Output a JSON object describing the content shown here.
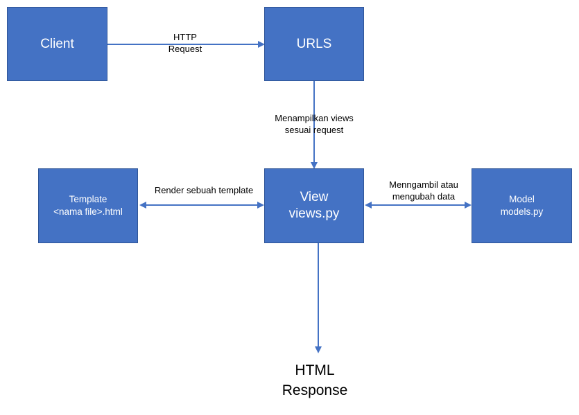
{
  "nodes": {
    "client": {
      "label": "Client"
    },
    "urls": {
      "label": "URLS"
    },
    "view": {
      "line1": "View",
      "line2": "views.py"
    },
    "template": {
      "line1": "Template",
      "line2": "<nama file>.html"
    },
    "model": {
      "line1": "Model",
      "line2": "models.py"
    }
  },
  "edges": {
    "http_request": {
      "line1": "HTTP",
      "line2": "Request"
    },
    "show_views": {
      "line1": "Menampilkan views",
      "line2": "sesuai request"
    },
    "render_template": {
      "line1": "Render sebuah template"
    },
    "model_access": {
      "line1": "Menngambil atau",
      "line2": "mengubah data"
    }
  },
  "output": {
    "line1": "HTML",
    "line2": "Response"
  },
  "colors": {
    "box_fill": "#4472c4",
    "box_border": "#2f5597",
    "arrow": "#4472c4"
  }
}
